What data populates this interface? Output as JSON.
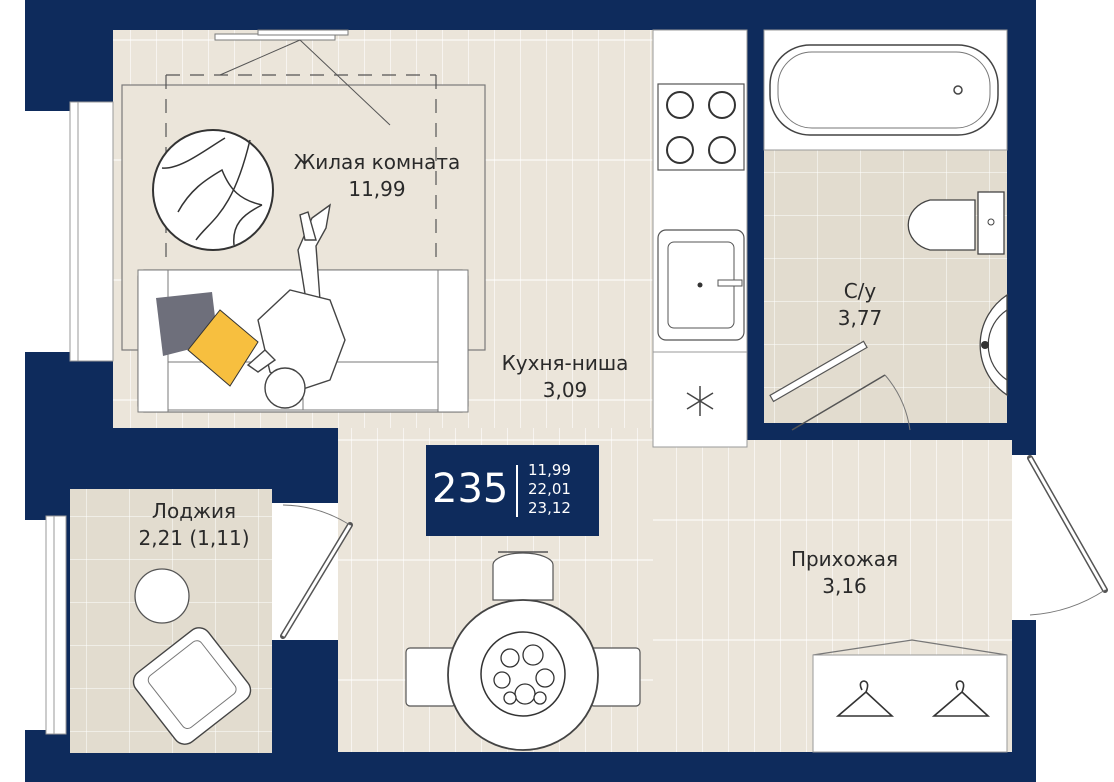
{
  "rooms": {
    "living": {
      "name": "Жилая комната",
      "area": "11,99"
    },
    "kitchen": {
      "name": "Кухня-ниша",
      "area": "3,09"
    },
    "bathroom": {
      "name": "С/у",
      "area": "3,77"
    },
    "loggia": {
      "name": "Лоджия",
      "area": "2,21 (1,11)"
    },
    "hallway": {
      "name": "Прихожая",
      "area": "3,16"
    }
  },
  "plate": {
    "number": "235",
    "areas": [
      "11,99",
      "22,01",
      "23,12"
    ]
  },
  "colors": {
    "wall": "#0e2b5c",
    "floor": "#ebe5da",
    "tile": "#d9d2c4",
    "line": "#6b6b6b",
    "accent_yellow": "#f7bf3f",
    "accent_grey": "#6e6f7b"
  }
}
